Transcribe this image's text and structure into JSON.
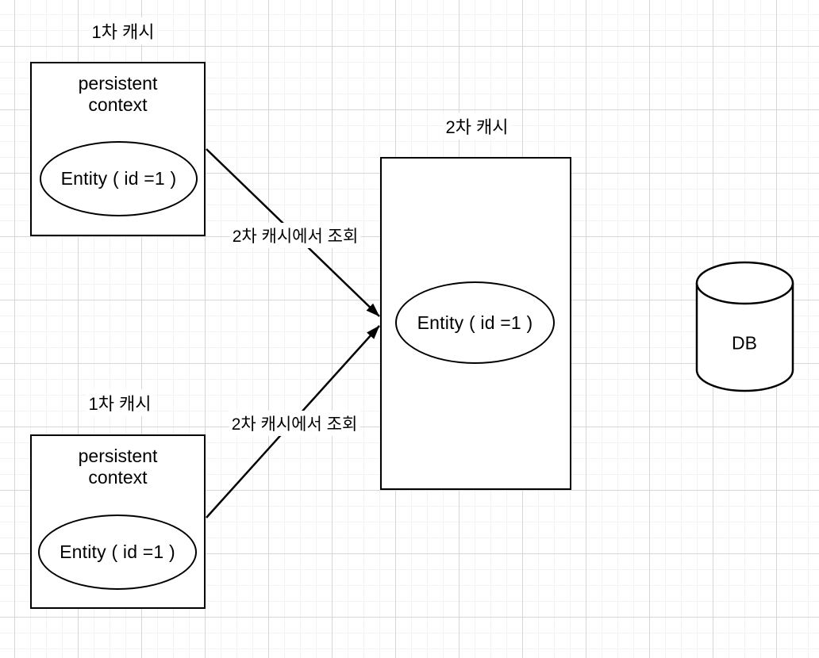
{
  "canvas": {
    "background": "#ffffff",
    "grid_minor_color": "#f3f3f4",
    "grid_major_color": "#d6d6d6",
    "stroke_color": "#000000"
  },
  "first_cache_top": {
    "title": "1차 캐시",
    "container_label": "persistent\ncontext",
    "entity_label": "Entity ( id =1 )"
  },
  "first_cache_bottom": {
    "title": "1차 캐시",
    "container_label": "persistent\ncontext",
    "entity_label": "Entity ( id =1 )"
  },
  "second_cache": {
    "title": "2차 캐시",
    "entity_label": "Entity ( id =1 )"
  },
  "database": {
    "label": "DB"
  },
  "arrows": {
    "top": {
      "label": "2차 캐시에서 조회"
    },
    "bottom": {
      "label": "2차 캐시에서 조회"
    }
  }
}
